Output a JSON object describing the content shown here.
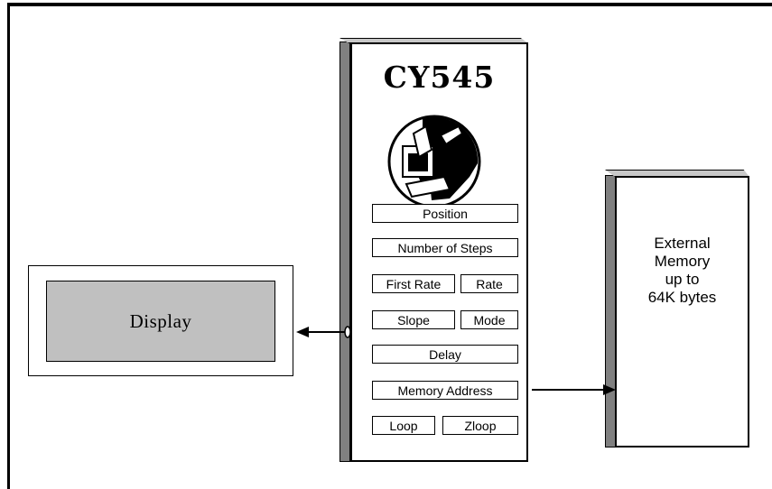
{
  "chip": {
    "title": "CY545",
    "registers": {
      "position": "Position",
      "number_of_steps": "Number of Steps",
      "first_rate": "First Rate",
      "rate": "Rate",
      "slope": "Slope",
      "mode": "Mode",
      "delay": "Delay",
      "memory_address": "Memory Address",
      "loop": "Loop",
      "zloop": "Zloop"
    }
  },
  "display": {
    "label": "Display"
  },
  "external_memory": {
    "line1": "External",
    "line2": "Memory",
    "line3": "up to",
    "line4": "64K bytes"
  },
  "colors": {
    "display_fill": "#c0c0c0",
    "side_shade": "#808080",
    "outline": "#000000"
  }
}
